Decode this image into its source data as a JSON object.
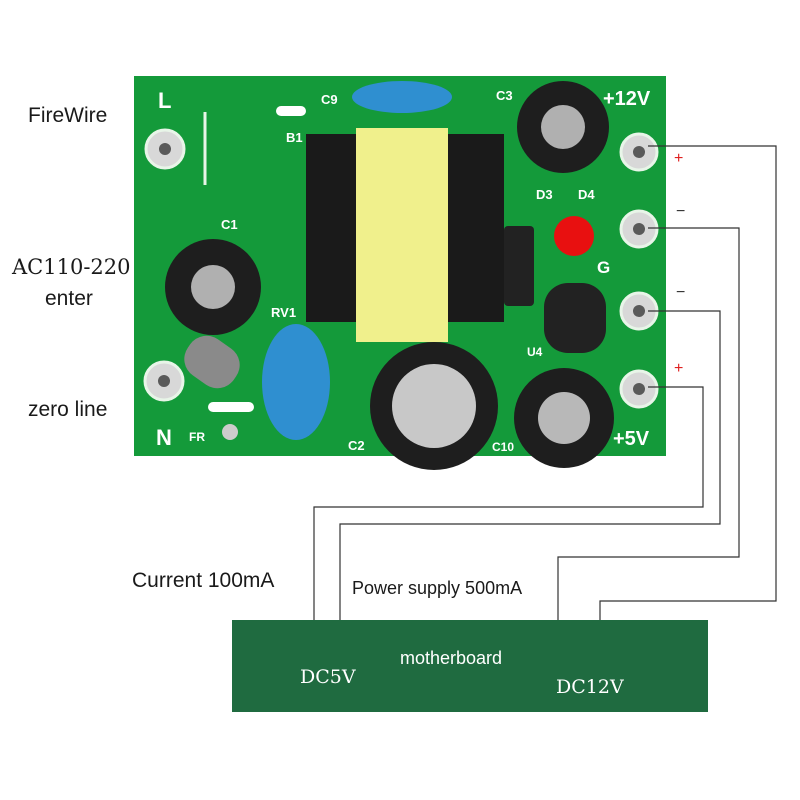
{
  "labels": {
    "firewire": "FireWire",
    "ac_input_line1": "AC110-220",
    "ac_input_line2": "enter",
    "zero_line": "zero line",
    "current": "Current 100mA",
    "power_supply": "Power supply 500mA"
  },
  "board": {
    "pad_l": "L",
    "pad_n": "N",
    "c9": "C9",
    "c3": "C3",
    "b1": "B1",
    "c1": "C1",
    "rv1": "RV1",
    "fr": "FR",
    "c2": "C2",
    "c10": "C10",
    "d3": "D3",
    "d4": "D4",
    "u4": "U4",
    "g": "G",
    "v12": "+12V",
    "v5": "+5V",
    "plus_top": "+",
    "minus_1": "−",
    "minus_2": "−",
    "plus_bottom": "+"
  },
  "motherboard": {
    "title": "motherboard",
    "dc5v": "DC5V",
    "dc12v": "DC12V"
  },
  "colors": {
    "pcb_green": "#149a3a",
    "motherboard_green": "#1f6b40",
    "transformer_yellow": "#f0f08c",
    "capacitor_blue": "#2f8fd0",
    "led_red": "#e81010",
    "polarity_red": "#e02020"
  }
}
